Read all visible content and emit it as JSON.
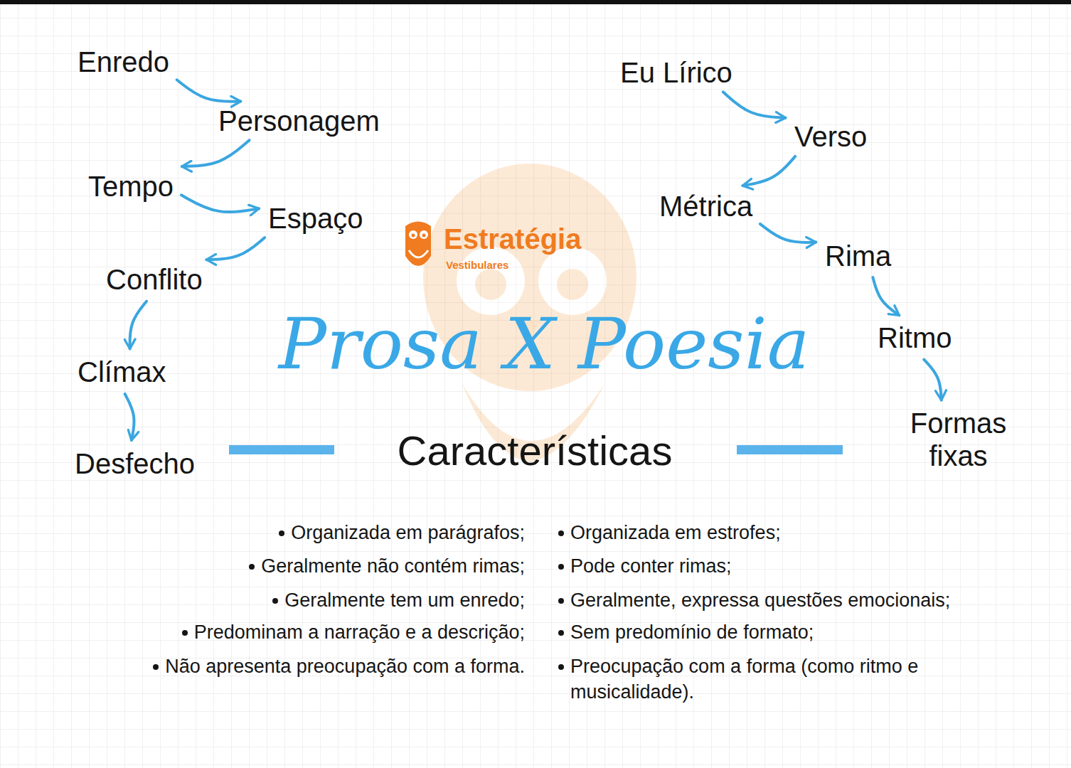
{
  "diagram": {
    "title": "Prosa X Poesia",
    "nodes": [
      {
        "text": [
          "Enredo"
        ]
      },
      {
        "text": [
          "Personagem"
        ]
      },
      {
        "text": [
          "Tempo"
        ]
      },
      {
        "text": [
          "Espaço"
        ]
      },
      {
        "text": [
          "Conflito"
        ]
      },
      {
        "text": [
          "Clímax"
        ]
      },
      {
        "text": [
          "Desfecho"
        ]
      },
      {
        "text": [
          "Eu Lírico"
        ]
      },
      {
        "text": [
          "Verso"
        ]
      },
      {
        "text": [
          "Métrica"
        ]
      },
      {
        "text": [
          "Rima"
        ]
      },
      {
        "text": [
          "Ritmo"
        ]
      },
      {
        "text": [
          "Formas fixas"
        ]
      }
    ],
    "edges": [
      {
        "from": 0,
        "to": 1,
        "arrow": "to"
      },
      {
        "from": 1,
        "to": 2,
        "arrow": "to"
      },
      {
        "from": 2,
        "to": 3,
        "arrow": "to"
      },
      {
        "from": 3,
        "to": 4,
        "arrow": "to"
      },
      {
        "from": 4,
        "to": 5,
        "arrow": "to"
      },
      {
        "from": 5,
        "to": 6,
        "arrow": "to"
      },
      {
        "from": 7,
        "to": 8,
        "arrow": "to"
      },
      {
        "from": 8,
        "to": 9,
        "arrow": "to"
      },
      {
        "from": 9,
        "to": 10,
        "arrow": "to"
      },
      {
        "from": 10,
        "to": 11,
        "arrow": "to"
      },
      {
        "from": 11,
        "to": 12,
        "arrow": "to"
      }
    ],
    "labels": [
      "Estratégia",
      "Vestibulares",
      "Características",
      "Organizada em parágrafos;",
      "Geralmente não contém rimas;",
      "Geralmente tem um enredo;",
      "Predominam a narração e a descrição;",
      "Não apresenta preocupação com a forma.",
      "Organizada em estrofes;",
      "Pode conter rimas;",
      "Geralmente, expressa questões emocionais;",
      "Sem predomínio de formato;",
      "Preocupação com a forma (como ritmo e musicalidade)."
    ]
  }
}
